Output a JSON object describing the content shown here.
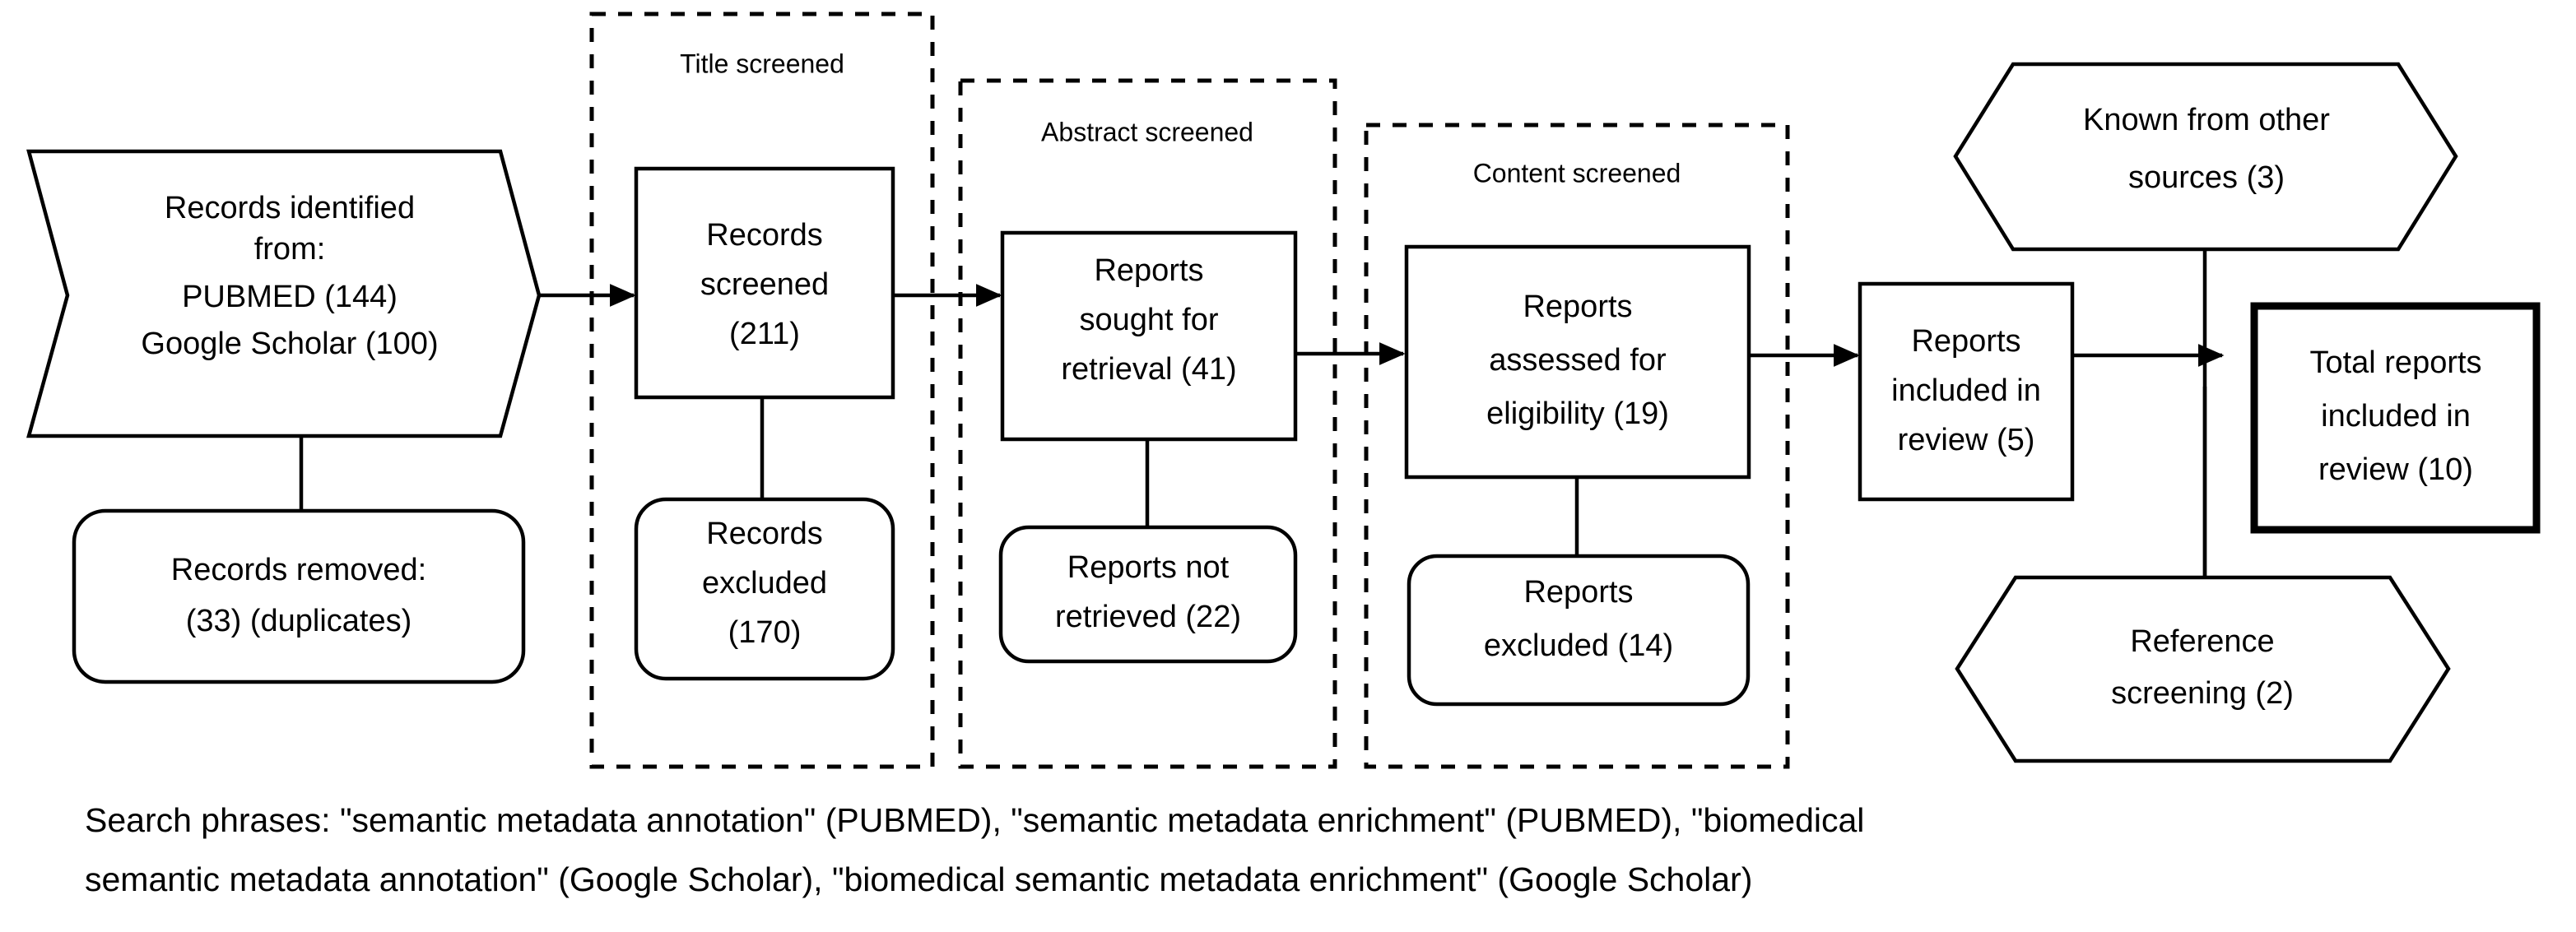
{
  "diagram": {
    "type": "prisma-flow-diagram",
    "groups": [
      {
        "id": "title-screened",
        "label": "Title screened"
      },
      {
        "id": "abstract-screened",
        "label": "Abstract screened"
      },
      {
        "id": "content-screened",
        "label": "Content screened"
      }
    ],
    "nodes": {
      "records_identified": {
        "shape": "chevron",
        "lines": [
          "Records identified",
          "from:",
          "PUBMED (144)",
          "Google Scholar (100)"
        ]
      },
      "records_removed": {
        "shape": "rounded-rect",
        "lines": [
          "Records removed:",
          "(33) (duplicates)"
        ]
      },
      "records_screened": {
        "shape": "rect",
        "lines": [
          "Records",
          "screened",
          "(211)"
        ]
      },
      "records_excluded": {
        "shape": "rounded-rect",
        "lines": [
          "Records",
          "excluded",
          "(170)"
        ]
      },
      "reports_sought": {
        "shape": "rect",
        "lines": [
          "Reports",
          "sought for",
          "retrieval (41)"
        ]
      },
      "reports_not_retrieved": {
        "shape": "rounded-rect",
        "lines": [
          "Reports not",
          "retrieved (22)"
        ]
      },
      "reports_assessed": {
        "shape": "rect",
        "lines": [
          "Reports",
          "assessed for",
          "eligibility (19)"
        ]
      },
      "reports_excluded": {
        "shape": "rounded-rect",
        "lines": [
          "Reports",
          "excluded (14)"
        ]
      },
      "known_other_sources": {
        "shape": "hexagon",
        "lines": [
          "Known from other",
          "sources (3)"
        ]
      },
      "reference_screening": {
        "shape": "hexagon",
        "lines": [
          "Reference",
          "screening (2)"
        ]
      },
      "reports_included": {
        "shape": "rect",
        "lines": [
          "Reports",
          "included in",
          "review (5)"
        ]
      },
      "total_reports_included": {
        "shape": "rect-thick",
        "lines": [
          "Total reports",
          "included in",
          "review (10)"
        ]
      }
    },
    "caption": {
      "line1": "Search phrases: \"semantic metadata annotation\" (PUBMED), \"semantic metadata enrichment\" (PUBMED), \"biomedical",
      "line2": "semantic metadata annotation\" (Google Scholar), \"biomedical semantic metadata enrichment\" (Google Scholar)"
    },
    "colors": {
      "stroke": "#000000",
      "fill": "#ffffff",
      "background": "#ffffff"
    }
  }
}
